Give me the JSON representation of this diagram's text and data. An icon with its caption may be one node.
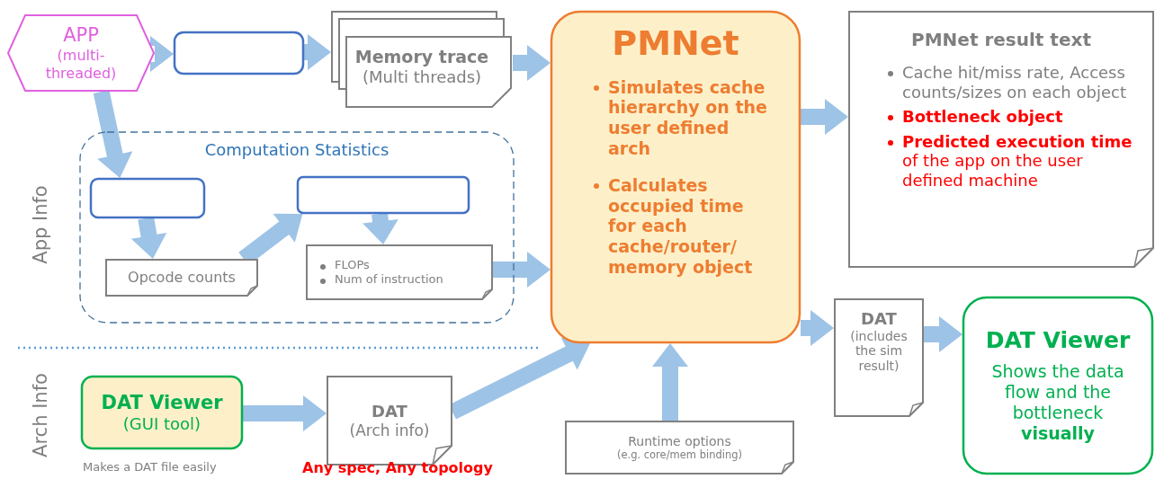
{
  "diagram": {
    "nodes": [
      {
        "text": [
          "APP",
          "(multi-threaded)"
        ]
      },
      {
        "text": [],
        "shape": "box"
      },
      {
        "text": [
          "Memory trace",
          "(Multi threads)"
        ]
      },
      {
        "text": [
          "PMNet",
          "Simulates cache hierarchy on the user defined arch",
          "Calculates occupied time for each cache/router/ memory object"
        ]
      },
      {
        "text": [
          "PMNet result text",
          "Cache hit/miss rate, Access counts/sizes on each object",
          "Bottleneck object",
          "**Predicted execution time** of the app on the user defined machine"
        ]
      },
      {
        "text": [
          "Computation Statistics"
        ]
      },
      {
        "text": [],
        "shape": "box",
        "in": 5
      },
      {
        "text": [],
        "shape": "box",
        "in": 5
      },
      {
        "text": [
          "Opcode counts"
        ],
        "in": 5
      },
      {
        "text": [
          "FLOPs",
          "Num of instruction"
        ],
        "in": 5
      },
      {
        "text": [
          "DAT Viewer",
          "(GUI tool)"
        ],
        "beside": [
          "Makes a DAT file easily"
        ]
      },
      {
        "text": [
          "DAT",
          "(Arch info)"
        ],
        "beside": [
          "Any spec, Any topology"
        ]
      },
      {
        "text": [
          "Runtime options",
          "(e.g. core/mem binding)"
        ]
      },
      {
        "text": [
          "DAT",
          "(includes the sim result)"
        ]
      },
      {
        "text": [
          "DAT Viewer",
          "Shows the data flow and the bottleneck **visually**"
        ]
      }
    ],
    "edges": [
      {
        "from": 0,
        "to": 1,
        "arrow": "to"
      },
      {
        "from": 1,
        "to": 2,
        "arrow": "to"
      },
      {
        "from": 2,
        "to": 3,
        "arrow": "to"
      },
      {
        "from": 0,
        "to": 6,
        "arrow": "to"
      },
      {
        "from": 6,
        "to": 8,
        "arrow": "to"
      },
      {
        "from": 8,
        "to": 7,
        "arrow": "to"
      },
      {
        "from": 7,
        "to": 9,
        "arrow": "to"
      },
      {
        "from": 9,
        "to": 3,
        "arrow": "to"
      },
      {
        "from": 10,
        "to": 11,
        "arrow": "to"
      },
      {
        "from": 11,
        "to": 3,
        "arrow": "to"
      },
      {
        "from": 12,
        "to": 3,
        "arrow": "to"
      },
      {
        "from": 3,
        "to": 4,
        "arrow": "to"
      },
      {
        "from": 3,
        "to": 13,
        "arrow": "to"
      },
      {
        "from": 13,
        "to": 14,
        "arrow": "to"
      }
    ],
    "labels": [
      "App Info",
      "Arch Info"
    ]
  }
}
